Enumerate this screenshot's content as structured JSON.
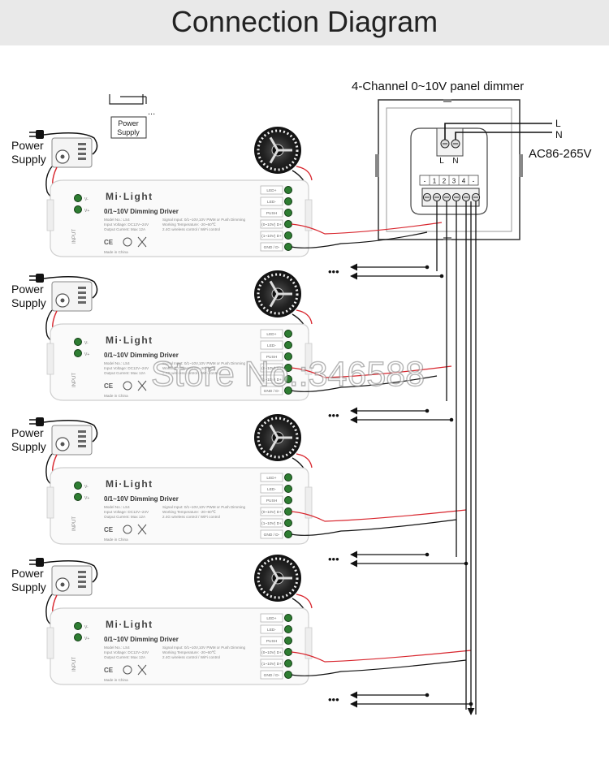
{
  "title": "Connection Diagram",
  "dimmer": {
    "title": "4-Channel 0~10V panel dimmer",
    "terminal_l": "L",
    "terminal_n": "N",
    "line_l": "L",
    "line_n": "N",
    "voltage": "AC86-265V",
    "strip": [
      "-",
      "1",
      "2",
      "3",
      "4",
      "-"
    ]
  },
  "legend": {
    "power_supply_box": "Power Supply",
    "ellipsis": "..."
  },
  "power_supply": {
    "line1": "Power",
    "line2": "Supply"
  },
  "driver": {
    "brand": "Mi·Light",
    "model_title": "0/1~10V Dimming Driver",
    "spec_left": [
      "Model No.: LS4",
      "Input Voltage: DC12V~24V",
      "Output Current: Max 12A"
    ],
    "spec_right": [
      "Signal Input: 0/1~10V,10V PWM or Push Dimming",
      "Working Temperature: -20~60℃",
      "2.4G wireless control / WiFi control"
    ],
    "made_in": "Made in China",
    "terminals": [
      "LED+",
      "LED-",
      "PUSH",
      "(0~10V) D+",
      "(1~10V) D+",
      "GND / D-"
    ],
    "in_minus": "V-",
    "in_plus": "V+",
    "input_label": "INPUT",
    "ce": "CE"
  },
  "ellipsis": "•••",
  "watermark": "Store No.:346588",
  "colors": {
    "header_bg": "#e9e9e9",
    "wire_red": "#d8262e",
    "wire_black": "#111111",
    "terminal_green": "#2e7d32"
  }
}
